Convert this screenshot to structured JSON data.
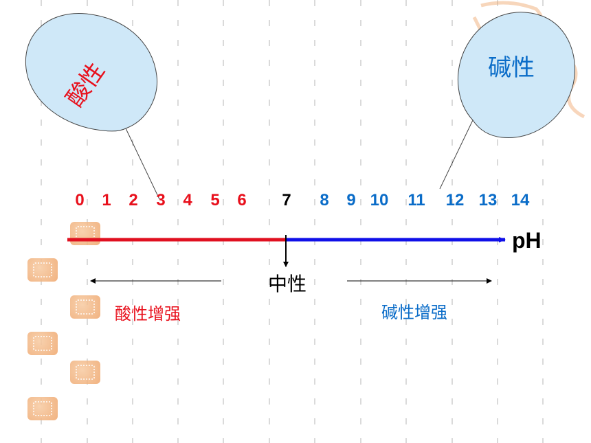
{
  "bubbles": {
    "acid_label": "酸性",
    "base_label": "碱性"
  },
  "axis": {
    "label": "pH",
    "neutral_label": "中性"
  },
  "scale": [
    {
      "text": "0",
      "color": "#e8101c"
    },
    {
      "text": "1",
      "color": "#e8101c"
    },
    {
      "text": "2",
      "color": "#e8101c"
    },
    {
      "text": "3",
      "color": "#e8101c"
    },
    {
      "text": "4",
      "color": "#e8101c"
    },
    {
      "text": "5",
      "color": "#e8101c"
    },
    {
      "text": "6",
      "color": "#e8101c"
    },
    {
      "text": "7",
      "color": "#000000"
    },
    {
      "text": "8",
      "color": "#0a6cc8"
    },
    {
      "text": "9",
      "color": "#0a6cc8"
    },
    {
      "text": "10",
      "color": "#0a6cc8"
    },
    {
      "text": "11",
      "color": "#0a6cc8"
    },
    {
      "text": "12",
      "color": "#0a6cc8"
    },
    {
      "text": "13",
      "color": "#0a6cc8"
    },
    {
      "text": "14",
      "color": "#0a6cc8"
    }
  ],
  "trends": {
    "acid": "酸性增强",
    "base": "碱性增强"
  },
  "colors": {
    "acid": "#e8101c",
    "base": "#0a6cc8",
    "acid_line": "#e01020",
    "base_line": "#1010e8",
    "bubble_fill": "#cfe8f8",
    "decor": "#efa56a"
  }
}
